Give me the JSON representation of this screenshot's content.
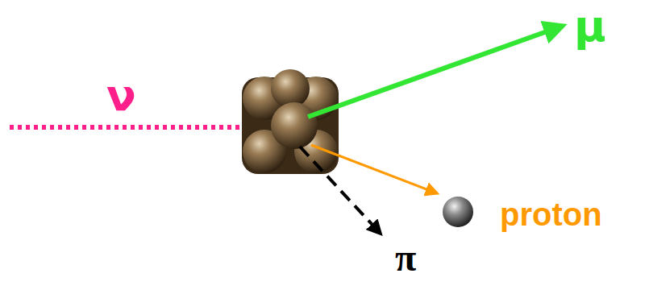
{
  "diagram": {
    "labels": [
      "ν",
      "μ",
      "proton",
      "π"
    ]
  }
}
